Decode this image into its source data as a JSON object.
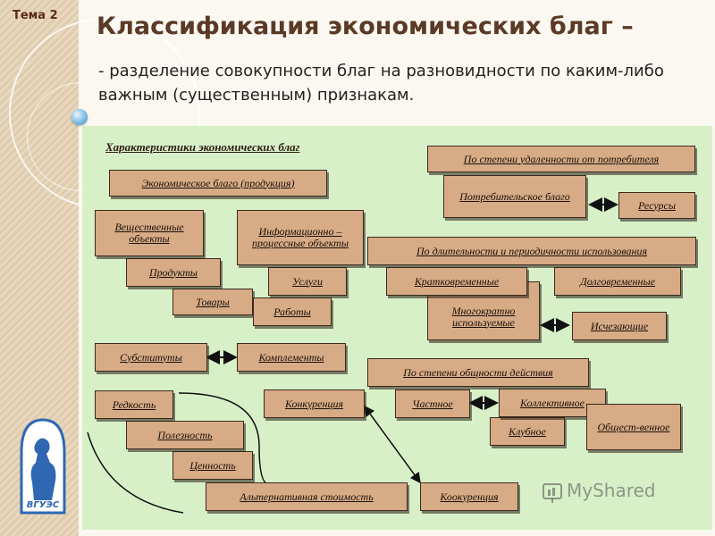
{
  "tag": "Тема 2",
  "title": "Классификация экономических благ –",
  "subtitle": "- разделение совокупности благ на разновидности по каким-либо важным (существенным) признакам.",
  "diagram": {
    "header": "Характеристики экономических благ",
    "econ_good": "Экономическое благо (продукция)",
    "material": "Вещественные объекты",
    "products": "Продукты",
    "goods": "Товары",
    "info": "Информационно – процессные объекты",
    "services": "Услуги",
    "works": "Работы",
    "remoteness": "По степени удаленности от потребителя",
    "consumer_good": "Потребительское благо",
    "resources": "Ресурсы",
    "duration": "По длительности и периодичности использования",
    "short_term": "Кратковременные",
    "long_term": "Долговременные",
    "reusable": "Многократно используемые",
    "disappearing": "Исчезающие",
    "substitutes": "Субституты",
    "complements": "Комплементы",
    "commonality": "По степени общности действия",
    "private": "Частное",
    "collective": "Коллективное",
    "club": "Клубное",
    "public": "Общест-венное",
    "rarity": "Редкость",
    "usefulness": "Полезность",
    "value": "Ценность",
    "alt_cost": "Альтернативная стоимость",
    "competition": "Конкуренция",
    "cocompetition": "Коокуренция"
  },
  "logo_text": "ВГУЭС",
  "watermark": "MyShared",
  "colors": {
    "panel": "#d8f0c8",
    "box": "#d7ab86",
    "title": "#5b3a26",
    "strip": "#e3cfb0"
  }
}
